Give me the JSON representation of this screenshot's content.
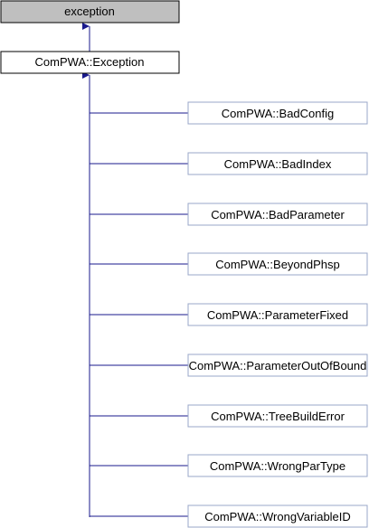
{
  "diagram": {
    "type": "class-inheritance",
    "root": {
      "label": "exception",
      "fill": "#bfbfbf",
      "border": "#000000"
    },
    "base": {
      "label": "ComPWA::Exception",
      "fill": "#ffffff",
      "border": "#000000"
    },
    "derived": [
      {
        "label": "ComPWA::BadConfig"
      },
      {
        "label": "ComPWA::BadIndex"
      },
      {
        "label": "ComPWA::BadParameter"
      },
      {
        "label": "ComPWA::BeyondPhsp"
      },
      {
        "label": "ComPWA::ParameterFixed"
      },
      {
        "label": "ComPWA::ParameterOutOfBound"
      },
      {
        "label": "ComPWA::TreeBuildError"
      },
      {
        "label": "ComPWA::WrongParType"
      },
      {
        "label": "ComPWA::WrongVariableID"
      }
    ],
    "colors": {
      "derived_fill": "#ffffff",
      "derived_border": "#9aa7c8",
      "edge": "#1a1a8c"
    }
  }
}
